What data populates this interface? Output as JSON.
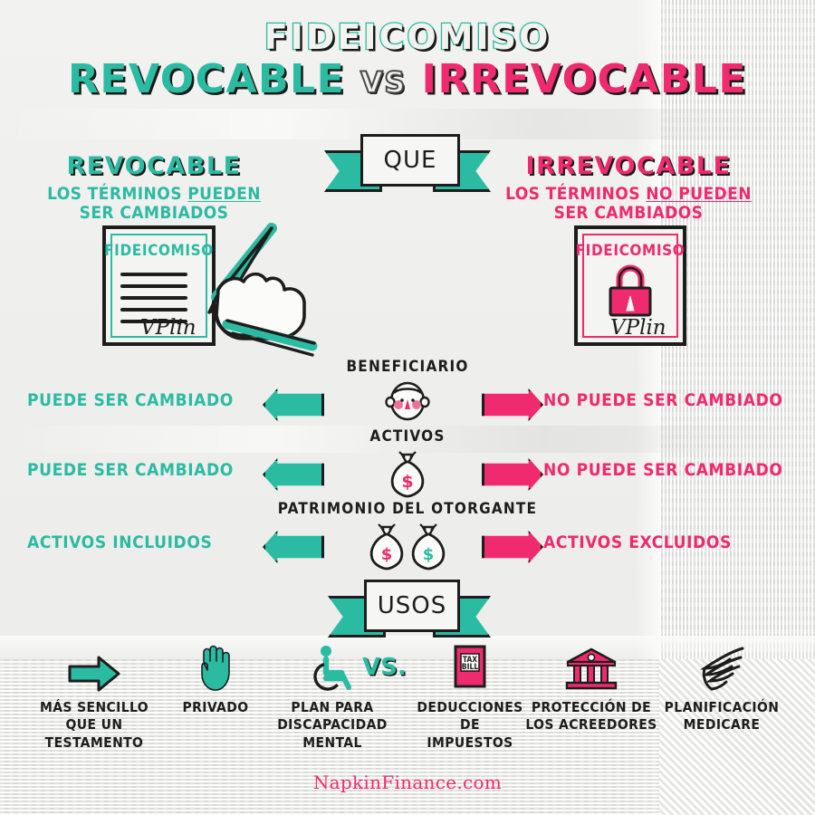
{
  "title": {
    "line1": "FIDEICOMISO",
    "line2_left": "REVOCABLE",
    "line2_mid": "VS",
    "line2_right": "IRREVOCABLE"
  },
  "banners": {
    "que": "QUE",
    "usos": "USOS"
  },
  "columns": {
    "left": {
      "heading": "REVOCABLE",
      "sub_line1_pre": "LOS TÉRMINOS ",
      "sub_line1_underlined": "PUEDEN",
      "sub_line2": "SER CAMBIADOS",
      "doc_label": "FIDEICOMISO",
      "signature": "VPlin"
    },
    "right": {
      "heading": "IRREVOCABLE",
      "sub_line1_pre": "LOS TÉRMINOS ",
      "sub_line1_underlined": "NO PUEDEN",
      "sub_line2": "SER CAMBIADOS",
      "doc_label": "FIDEICOMISO",
      "signature": "VPlin"
    }
  },
  "comparisons": [
    {
      "category": "BENEFICIARIO",
      "icon": "baby-face-icon",
      "left": "PUEDE SER CAMBIADO",
      "right": "NO PUEDE SER CAMBIADO"
    },
    {
      "category": "ACTIVOS",
      "icon": "money-bag-icon",
      "left": "PUEDE SER CAMBIADO",
      "right": "NO PUEDE SER CAMBIADO"
    },
    {
      "category": "PATRIMONIO DEL OTORGANTE",
      "icon": "two-money-bags-icon",
      "left": "ACTIVOS INCLUIDOS",
      "right": "ACTIVOS EXCLUIDOS"
    }
  ],
  "uses": [
    {
      "icon": "arrow-right-icon",
      "label": "MÁS SENCILLO\nQUE UN\nTESTAMENTO"
    },
    {
      "icon": "hand-stop-icon",
      "label": "PRIVADO"
    },
    {
      "icon": "wheelchair-icon",
      "label": "PLAN PARA\nDISCAPACIDAD\nMENTAL"
    },
    {
      "icon": "tax-bill-icon",
      "label": "DEDUCCIONES\nDE\nIMPUESTOS"
    },
    {
      "icon": "bank-building-icon",
      "label": "PROTECCIÓN DE\nLOS ACREEDORES"
    },
    {
      "icon": "hhs-eagle-icon",
      "label": "PLANIFICACIÓN\nMEDICARE"
    }
  ],
  "uses_separator": "VS.",
  "tax_bill_text": {
    "line1": "TAX",
    "line2": "BILL"
  },
  "footer": "NapkinFinance.com",
  "colors": {
    "teal": "#2BBBA2",
    "pink": "#EF2A6E",
    "ink": "#1D1D1D",
    "napkin": "#F2F2F0"
  }
}
